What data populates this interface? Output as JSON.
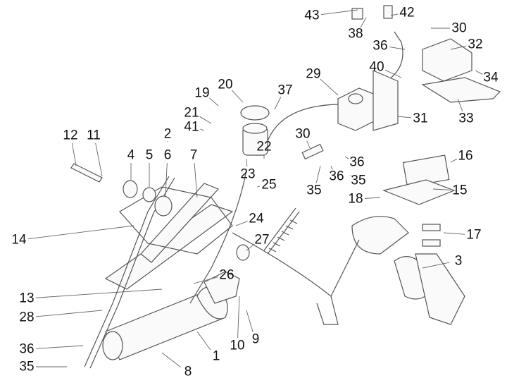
{
  "diagram": {
    "type": "exploded parts diagram",
    "callouts": [
      "43",
      "38",
      "42",
      "30",
      "36",
      "32",
      "40",
      "34",
      "29",
      "33",
      "31",
      "37",
      "20",
      "19",
      "21",
      "41",
      "2",
      "12",
      "11",
      "4",
      "5",
      "6",
      "7",
      "22",
      "23",
      "25",
      "30",
      "36",
      "35",
      "36",
      "35",
      "16",
      "15",
      "18",
      "17",
      "14",
      "24",
      "27",
      "3",
      "26",
      "13",
      "28",
      "10",
      "9",
      "1",
      "36",
      "35",
      "8"
    ],
    "colors": {
      "line": "#555555",
      "text": "#111111",
      "background": "#ffffff"
    }
  }
}
